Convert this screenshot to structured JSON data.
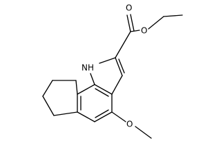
{
  "molecule": {
    "labels": {
      "nh": "NH",
      "ester_o_carbonyl": "O",
      "ester_o_single": "O",
      "methoxy_o": "O"
    },
    "colors": {
      "bond": "#000000",
      "text": "#000000",
      "background": "#ffffff"
    }
  }
}
